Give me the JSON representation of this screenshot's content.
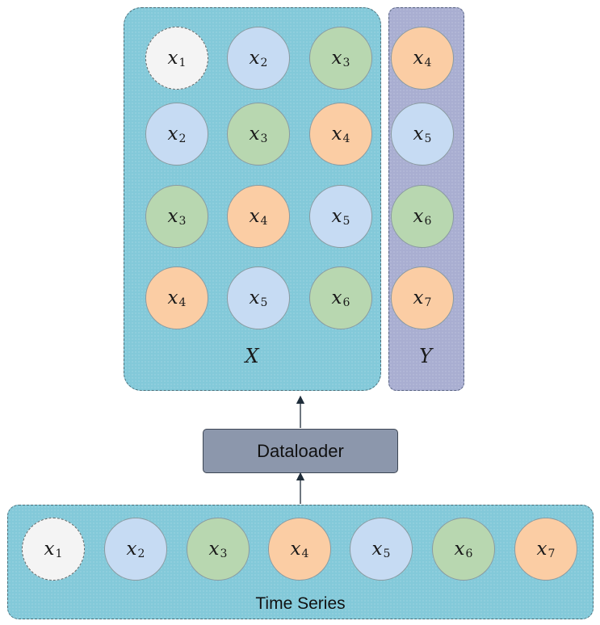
{
  "x_block": {
    "label": "X",
    "rows": [
      [
        {
          "var": "x",
          "sub": "1",
          "color": "white"
        },
        {
          "var": "x",
          "sub": "2",
          "color": "blue"
        },
        {
          "var": "x",
          "sub": "3",
          "color": "green"
        }
      ],
      [
        {
          "var": "x",
          "sub": "2",
          "color": "blue"
        },
        {
          "var": "x",
          "sub": "3",
          "color": "green"
        },
        {
          "var": "x",
          "sub": "4",
          "color": "orange"
        }
      ],
      [
        {
          "var": "x",
          "sub": "3",
          "color": "green"
        },
        {
          "var": "x",
          "sub": "4",
          "color": "orange"
        },
        {
          "var": "x",
          "sub": "5",
          "color": "blue"
        }
      ],
      [
        {
          "var": "x",
          "sub": "4",
          "color": "orange"
        },
        {
          "var": "x",
          "sub": "5",
          "color": "blue"
        },
        {
          "var": "x",
          "sub": "6",
          "color": "green"
        }
      ]
    ]
  },
  "y_block": {
    "label": "Y",
    "items": [
      {
        "var": "x",
        "sub": "4",
        "color": "orange"
      },
      {
        "var": "x",
        "sub": "5",
        "color": "blue"
      },
      {
        "var": "x",
        "sub": "6",
        "color": "green"
      },
      {
        "var": "x",
        "sub": "7",
        "color": "orange"
      }
    ]
  },
  "dataloader": {
    "label": "Dataloader"
  },
  "time_series": {
    "label": "Time Series",
    "items": [
      {
        "var": "x",
        "sub": "1",
        "color": "white"
      },
      {
        "var": "x",
        "sub": "2",
        "color": "blue"
      },
      {
        "var": "x",
        "sub": "3",
        "color": "green"
      },
      {
        "var": "x",
        "sub": "4",
        "color": "orange"
      },
      {
        "var": "x",
        "sub": "5",
        "color": "blue"
      },
      {
        "var": "x",
        "sub": "6",
        "color": "green"
      },
      {
        "var": "x",
        "sub": "7",
        "color": "orange"
      }
    ]
  },
  "colors": {
    "white": "#f4f4f4",
    "blue": "#c6dbf3",
    "green": "#b8d7b0",
    "orange": "#fbcda4",
    "panel": "#83c9d9",
    "y_panel": "#a9aed1",
    "dataloader": "#8c97ac"
  }
}
